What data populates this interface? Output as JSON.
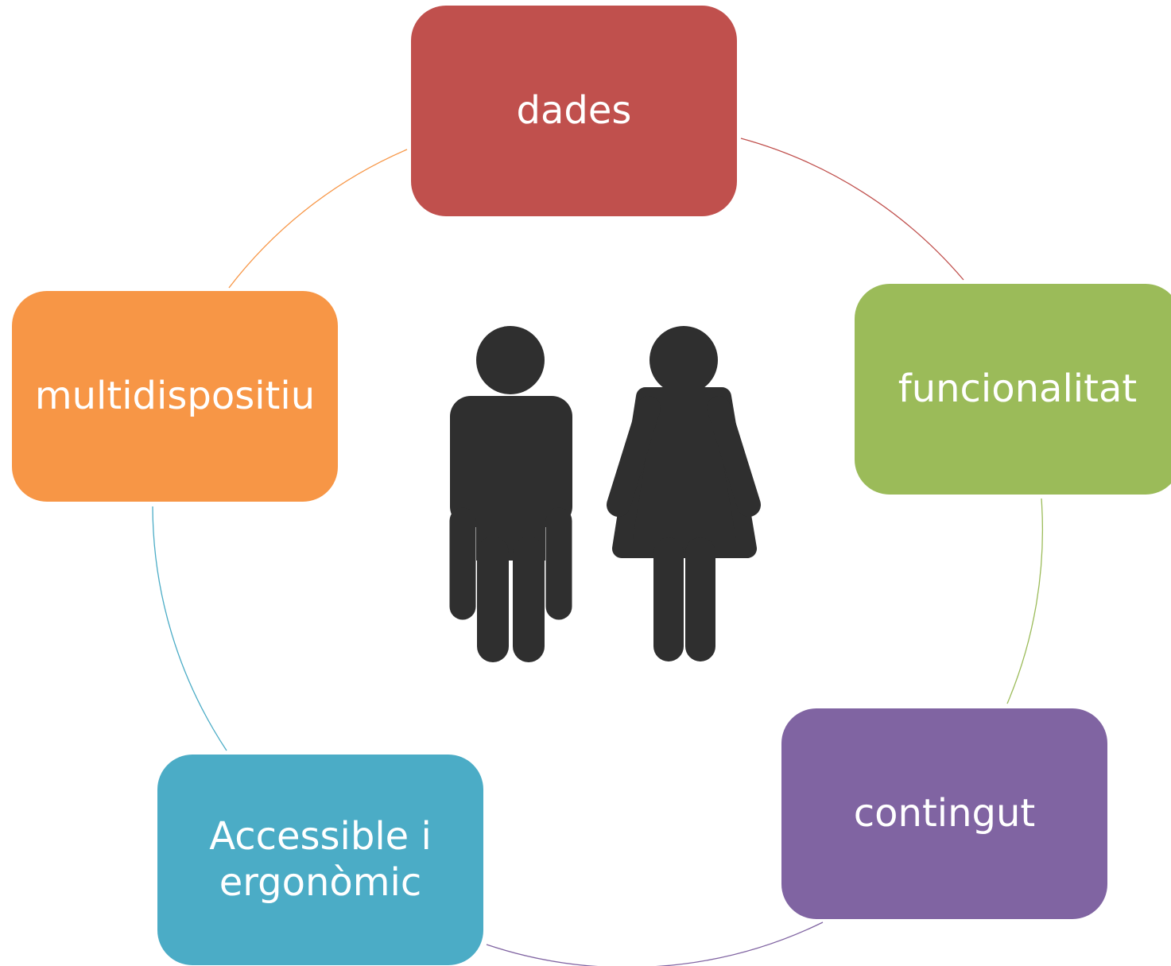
{
  "nodes": [
    {
      "id": "dades",
      "label": "dades",
      "color": "#C0504D"
    },
    {
      "id": "funcionalitat",
      "label": "funcionalitat",
      "color": "#9BBB59"
    },
    {
      "id": "contingut",
      "label": "contingut",
      "color": "#8064A2"
    },
    {
      "id": "accessible",
      "label": "Accessible i\nergonòmic",
      "color": "#4BACC6"
    },
    {
      "id": "multidispositiu",
      "label": "multidispositiu",
      "color": "#F79646"
    }
  ],
  "center_icon": "man-woman-icon",
  "icon_color": "#2F2F2F"
}
